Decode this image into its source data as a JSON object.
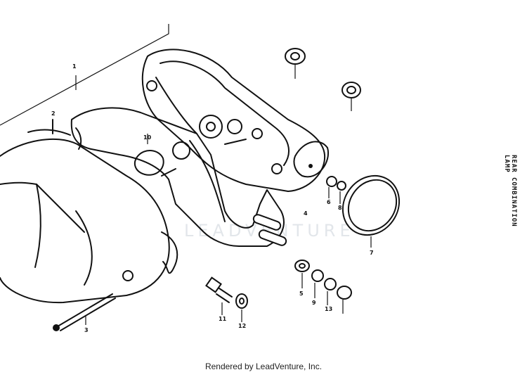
{
  "diagram": {
    "side_title": "REAR COMBINATION LAMP",
    "watermark": "LEADVENTURE",
    "footer": "Rendered by LeadVenture, Inc.",
    "callouts": [
      "1",
      "2",
      "3",
      "4",
      "5",
      "6",
      "7",
      "8",
      "9",
      "10",
      "11",
      "12",
      "13"
    ]
  }
}
